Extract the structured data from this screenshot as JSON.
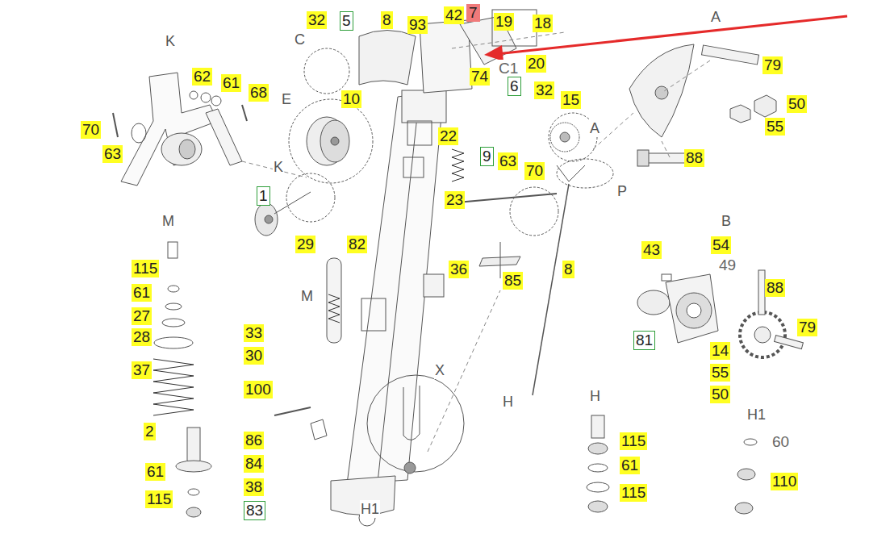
{
  "diagram": {
    "labels": [
      "K",
      "32",
      "5",
      "8",
      "93",
      "42",
      "7",
      "19",
      "18",
      "A",
      "C",
      "62",
      "61",
      "68",
      "20",
      "74",
      "C1",
      "79",
      "10",
      "E",
      "6",
      "32",
      "15",
      "50",
      "A",
      "55",
      "70",
      "63",
      "22",
      "9",
      "63",
      "70",
      "88",
      "K",
      "P",
      "23",
      "1",
      "M",
      "B",
      "29",
      "82",
      "36",
      "85",
      "8",
      "43",
      "54",
      "49",
      "88",
      "115",
      "61",
      "M",
      "27",
      "28",
      "79",
      "81",
      "14",
      "37",
      "55",
      "50",
      "X",
      "H",
      "H",
      "H1",
      "33",
      "30",
      "100",
      "2",
      "86",
      "84",
      "60",
      "115",
      "61",
      "38",
      "110",
      "61",
      "115",
      "83",
      "115",
      "H1"
    ]
  }
}
